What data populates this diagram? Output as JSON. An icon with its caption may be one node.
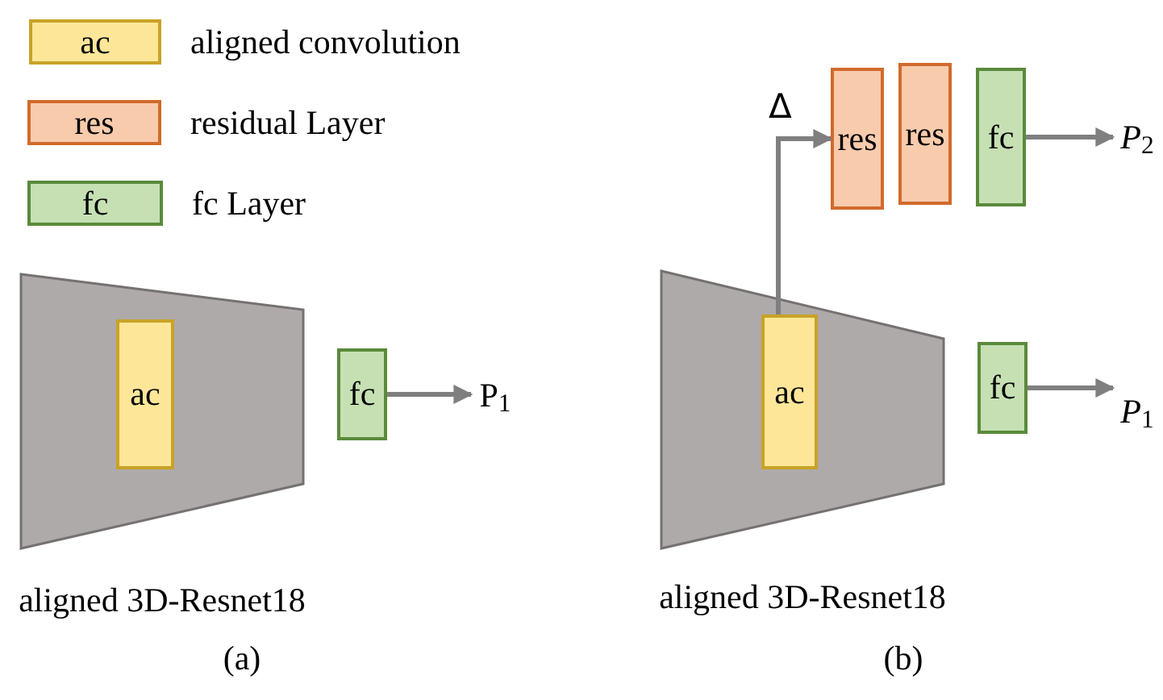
{
  "diagram": {
    "nodes": [
      {
        "text": [
          "ac"
        ],
        "beside": [
          "aligned convolution"
        ]
      },
      {
        "text": [
          "res"
        ],
        "beside": [
          "residual Layer"
        ]
      },
      {
        "text": [
          "fc"
        ],
        "beside": [
          "fc Layer"
        ]
      },
      {
        "text": [],
        "shape": "trapezoid",
        "beside": [
          "aligned 3D-Resnet18"
        ]
      },
      {
        "text": [
          "ac"
        ],
        "in": 3
      },
      {
        "text": [
          "fc"
        ]
      },
      {
        "text": [
          "P$_{1}$"
        ]
      },
      {
        "text": [],
        "shape": "trapezoid",
        "beside": [
          "aligned 3D-Resnet18"
        ]
      },
      {
        "text": [
          "ac"
        ],
        "in": 7
      },
      {
        "text": [
          "res"
        ]
      },
      {
        "text": [
          "res"
        ]
      },
      {
        "text": [
          "fc"
        ]
      },
      {
        "text": [
          "*P*$_{2}$"
        ]
      },
      {
        "text": [
          "fc"
        ]
      },
      {
        "text": [
          "*P*$_{1}$"
        ]
      }
    ],
    "edges": [
      {
        "from": 5,
        "to": 6,
        "arrow": "to"
      },
      {
        "from": 8,
        "to": 9,
        "arrow": "to",
        "label": "Δ"
      },
      {
        "from": 11,
        "to": 12,
        "arrow": "to"
      },
      {
        "from": 13,
        "to": 14,
        "arrow": "to"
      }
    ],
    "labels": [
      "(a)",
      "(b)"
    ]
  }
}
